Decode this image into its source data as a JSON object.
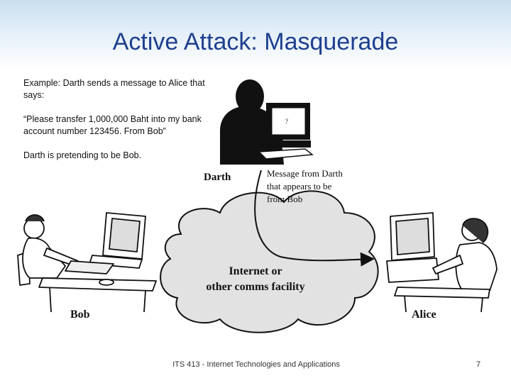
{
  "slide": {
    "title": "Active Attack: Masquerade",
    "paragraphs": [
      "Example: Darth sends a message to Alice that says:",
      "“Please transfer 1,000,000 Baht into my bank account number 123456. From Bob”",
      "Darth is pretending to be Bob."
    ],
    "footer": "ITS 413 - Internet Technologies and Applications",
    "page_number": "7"
  },
  "diagram": {
    "darth_label": "Darth",
    "bob_label": "Bob",
    "alice_label": "Alice",
    "message_lines": [
      "Message from Darth",
      "that appears to be",
      "from Bob"
    ],
    "cloud_lines": [
      "Internet or",
      "other comms facility"
    ],
    "screen_glyph": "?"
  }
}
